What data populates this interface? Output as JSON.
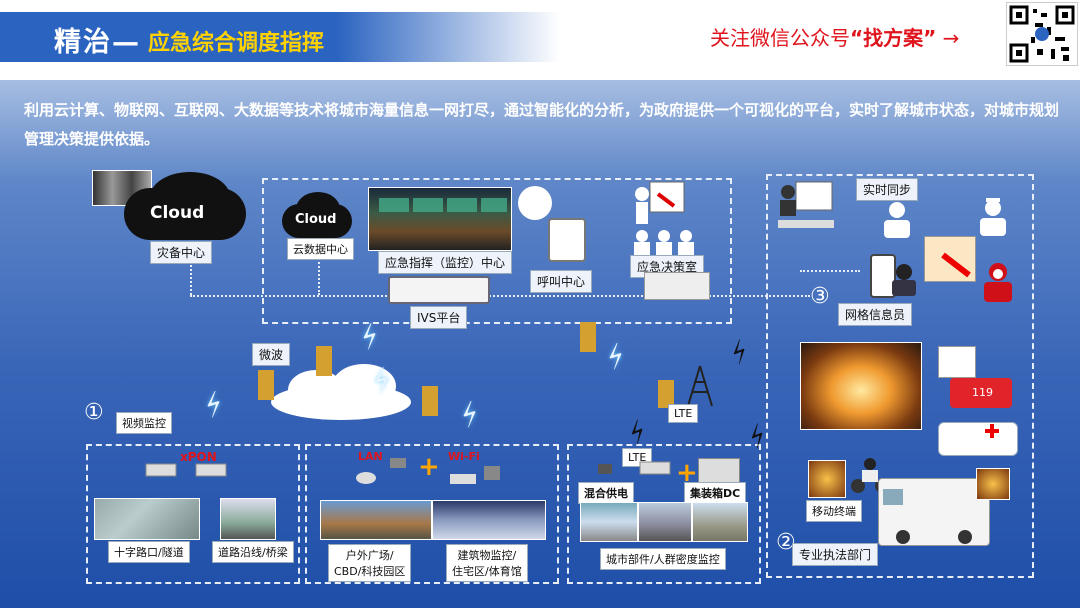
{
  "header": {
    "title_main": "精治—",
    "title_sub": "应急综合调度指挥",
    "wechat_prefix": "关注微信公众号",
    "wechat_keyword": "“找方案”",
    "arrow": "→"
  },
  "description": "利用云计算、物联网、互联网、大数据等技术将城市海量信息一网打尽，通过智能化的分析，为政府提供一个可视化的平台，实时了解城市状态，对城市规划管理决策提供依据。",
  "nodes": {
    "cloud_big": "Cloud",
    "cloud_small": "Cloud",
    "disaster_center": "灾备中心",
    "cloud_data_center": "云数据中心",
    "command_center": "应急指挥（监控）中心",
    "call_center": "呼叫中心",
    "decision_room": "应急决策室",
    "ivs_platform": "IVS平台",
    "realtime_sync": "实时同步",
    "grid_officer": "网格信息员",
    "microwave": "微波",
    "video_monitor": "视频监控",
    "lte_tower": "LTE",
    "lte_small": "LTE",
    "mobile_terminal": "移动终端",
    "law_enforcement": "专业执法部门",
    "fire_119": "119"
  },
  "markers": {
    "n1": "①",
    "n2": "②",
    "n3": "③"
  },
  "box1": {
    "xpon": "xPON",
    "crossroad": "十字路口/隧道",
    "road_bridge": "道路沿线/桥梁"
  },
  "box2": {
    "lan": "LAN",
    "wifi": "Wi-Fi",
    "outdoor": "户外广场/\nCBD/科技园区",
    "building": "建筑物监控/\n住宅区/体育馆"
  },
  "box3": {
    "lte": "LTE",
    "hybrid_power": "混合供电",
    "container_dc": "集装箱DC",
    "city_parts": "城市部件/人群密度监控"
  },
  "colors": {
    "accent_yellow": "#ffd200",
    "wechat_red": "#e0141c",
    "title_band": "#2a63c0",
    "xpon_red": "#e0141c"
  }
}
